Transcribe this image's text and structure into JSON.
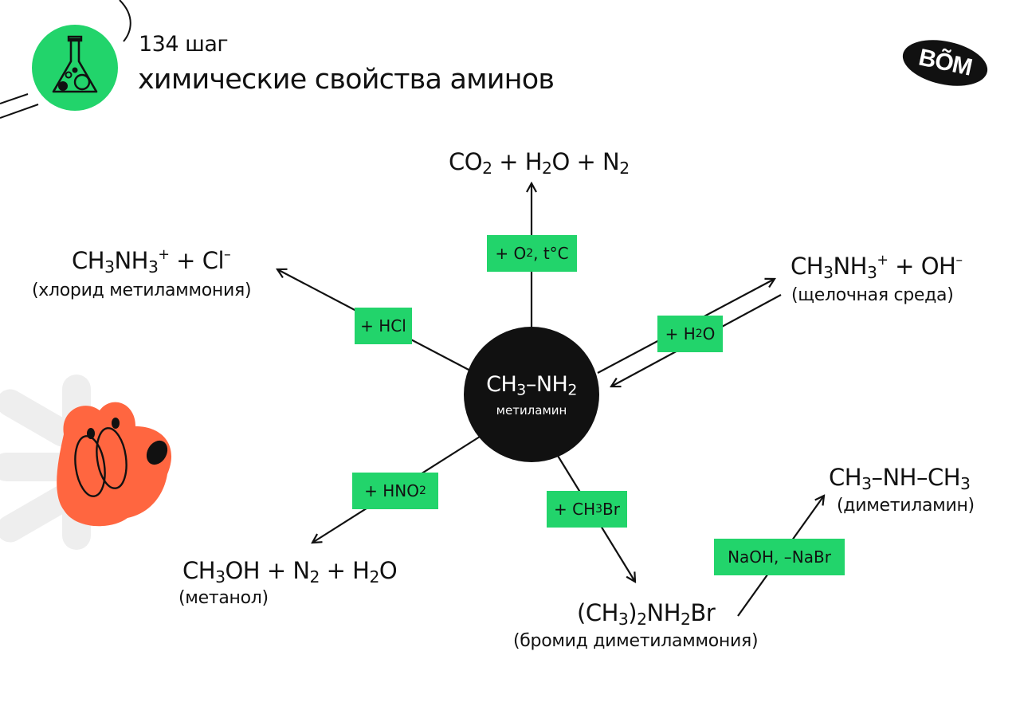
{
  "header": {
    "step": "134 шаг",
    "title": "химические свойства аминов",
    "logo_text": "ВÕМ",
    "icon": "flask-icon"
  },
  "colors": {
    "accent_green": "#22d46b",
    "mascot_orange": "#ff6640",
    "dark": "#111111",
    "flower_gray": "#eeeeee"
  },
  "center": {
    "formula": [
      {
        "t": "CH"
      },
      {
        "sub": "3"
      },
      {
        "t": "–NH"
      },
      {
        "sub": "2"
      }
    ],
    "name": "метиламин"
  },
  "reactions": {
    "combustion": {
      "reagent": [
        {
          "t": "+ O"
        },
        {
          "sub": "2"
        },
        {
          "t": ", t°C"
        }
      ],
      "product": [
        {
          "t": "CO"
        },
        {
          "sub": "2"
        },
        {
          "t": " + H"
        },
        {
          "sub": "2"
        },
        {
          "t": "O + N"
        },
        {
          "sub": "2"
        }
      ],
      "caption": ""
    },
    "hcl": {
      "reagent": [
        {
          "t": "+ HCl"
        }
      ],
      "product": [
        {
          "t": "CH"
        },
        {
          "sub": "3"
        },
        {
          "t": "NH"
        },
        {
          "sub": "3"
        },
        {
          "sup": "+"
        },
        {
          "t": " + Cl"
        },
        {
          "sup": "–"
        }
      ],
      "caption": "(хлорид метиламмония)"
    },
    "water": {
      "reagent": [
        {
          "t": "+ H"
        },
        {
          "sub": "2"
        },
        {
          "t": "O"
        }
      ],
      "product": [
        {
          "t": "CH"
        },
        {
          "sub": "3"
        },
        {
          "t": "NH"
        },
        {
          "sub": "3"
        },
        {
          "sup": "+"
        },
        {
          "t": " + OH"
        },
        {
          "sup": "–"
        }
      ],
      "caption": "(щелочная среда)"
    },
    "nitrous": {
      "reagent": [
        {
          "t": "+ HNO"
        },
        {
          "sub": "2"
        }
      ],
      "product": [
        {
          "t": "CH"
        },
        {
          "sub": "3"
        },
        {
          "t": "OH + N"
        },
        {
          "sub": "2"
        },
        {
          "t": " + H"
        },
        {
          "sub": "2"
        },
        {
          "t": "O"
        }
      ],
      "caption": "(метанол)"
    },
    "bromomethane": {
      "reagent": [
        {
          "t": "+ CH"
        },
        {
          "sub": "3"
        },
        {
          "t": "Br"
        }
      ],
      "product": [
        {
          "t": "(CH"
        },
        {
          "sub": "3"
        },
        {
          "t": ")"
        },
        {
          "sub": "2"
        },
        {
          "t": "NH"
        },
        {
          "sub": "2"
        },
        {
          "t": "Br"
        }
      ],
      "caption": "(бромид диметиламмония)"
    },
    "alkali": {
      "reagent": [
        {
          "t": "NaOH, –NaBr"
        }
      ],
      "product": [
        {
          "t": "CH"
        },
        {
          "sub": "3"
        },
        {
          "t": "–NH–CH"
        },
        {
          "sub": "3"
        }
      ],
      "caption": "(диметиламин)"
    }
  }
}
